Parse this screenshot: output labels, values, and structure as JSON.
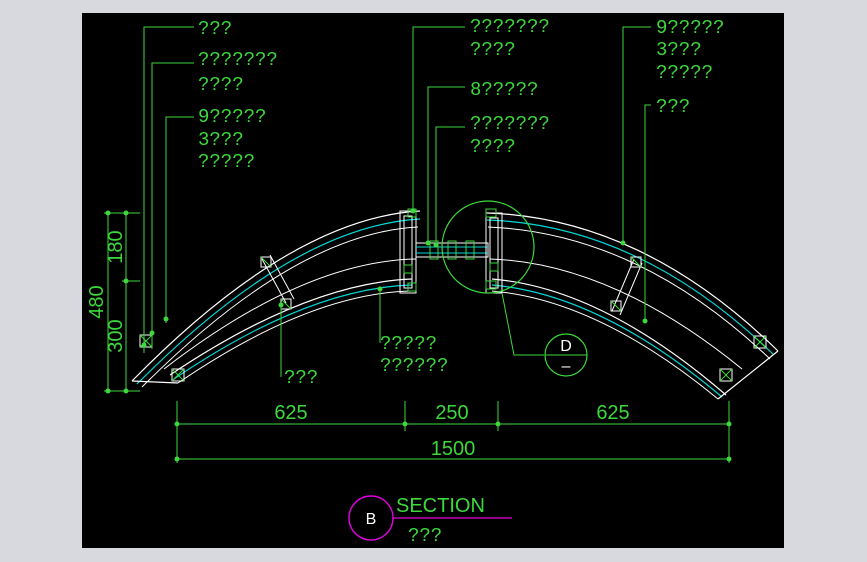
{
  "colors": {
    "background": "#000000",
    "frame": "#d7d9de",
    "leader": "#3cd83c",
    "outline": "#ffffff",
    "accent": "#00d8d8",
    "bubble": "#e000e0"
  },
  "labels": {
    "l1": "???",
    "l2a": "???????",
    "l2b": "????",
    "l3a": "9?????",
    "l3b": "3???",
    "l3c": "?????",
    "l4a": "???????",
    "l4b": "????",
    "l5": "8?????",
    "l6a": "???????",
    "l6b": "????",
    "l7a": "9?????",
    "l7b": "3???",
    "l7c": "?????",
    "l8": "???",
    "l9": "???",
    "l10a": "?????",
    "l10b": "??????"
  },
  "dimensions": {
    "left": "625",
    "middle": "250",
    "right": "625",
    "total": "1500",
    "height_total": "480",
    "height_upper": "180",
    "height_lower": "300"
  },
  "detail_bubble": {
    "letter": "D",
    "sub": "–"
  },
  "section": {
    "letter": "B",
    "title": "SECTION",
    "subtitle": "???"
  }
}
